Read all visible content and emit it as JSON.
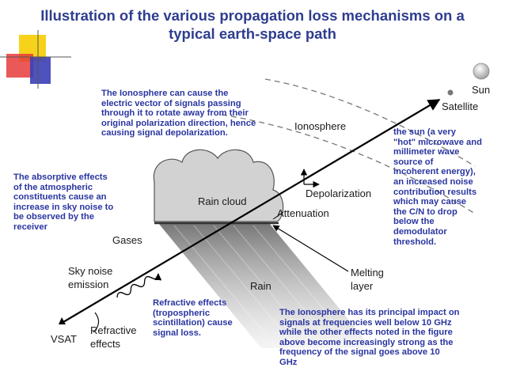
{
  "title": {
    "line1": "Illustration of the various propagation loss mechanisms on a",
    "line2": "typical earth-space path"
  },
  "colors": {
    "title": "#2e3d8f",
    "notes": "#2a35a0",
    "deco_yellow": "#f7d21a",
    "deco_red": "#e63b3b",
    "deco_blue": "#3b3fb5"
  },
  "diagram": {
    "sun": "Sun",
    "satellite": "Satellite",
    "ionosphere": "Ionosphere",
    "depolarization": "Depolarization",
    "rain_cloud": "Rain cloud",
    "attenuation": "Attenuation",
    "gases": "Gases",
    "sky_noise_1": "Sky noise",
    "sky_noise_2": "emission",
    "rain": "Rain",
    "melting_1": "Melting",
    "melting_2": "layer",
    "refractive_1": "Refractive",
    "refractive_2": "effects",
    "vsat": "VSAT"
  },
  "notes": {
    "ionosphere_rotation": [
      "The Ionosphere can cause the",
      "electric vector of signals passing",
      "through it to rotate away from their",
      "original polarization direction, hence",
      "causing signal depolarization."
    ],
    "sun_noise": [
      "the sun (a very",
      "\"hot\" microwave and",
      "millimeter wave",
      "source of",
      "incoherent energy),",
      "an increased  noise",
      "contribution results",
      "which may cause",
      "the C/N to drop",
      "below the",
      "demodulator",
      "threshold."
    ],
    "absorptive": [
      "The absorptive effects",
      "of the atmospheric",
      "constituents cause an",
      "increase in sky noise to",
      "be observed by the",
      "receiver"
    ],
    "refractive": [
      "Refractive effects",
      "(tropospheric",
      "scintillation) cause",
      "signal loss."
    ],
    "ionosphere_impact": [
      "The Ionosphere has its principal impact on",
      "signals at frequencies well below 10 GHz",
      "while the other effects noted in the figure",
      "above become increasingly strong as the",
      "frequency of the signal goes above 10",
      "GHz"
    ]
  }
}
